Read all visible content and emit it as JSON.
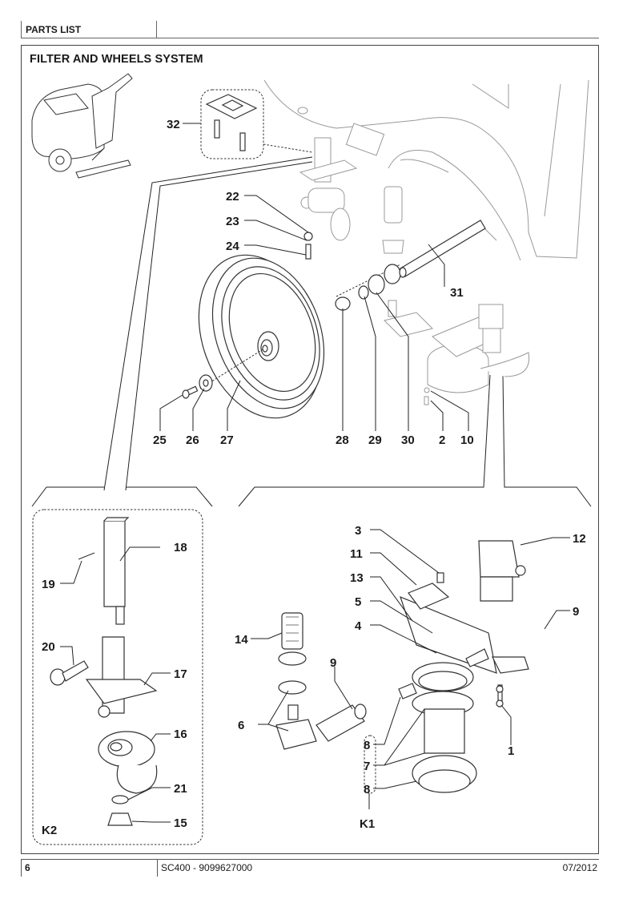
{
  "header": {
    "title": "PARTS LIST"
  },
  "section": {
    "title": "FILTER AND WHEELS SYSTEM"
  },
  "footer": {
    "page": "6",
    "document_code": "SC400 - 9099627000",
    "date": "07/2012"
  },
  "callouts": {
    "c1": "1",
    "c2": "2",
    "c3": "3",
    "c4": "4",
    "c5": "5",
    "c6": "6",
    "c7": "7",
    "c8a": "8",
    "c8b": "8",
    "c8c": "8",
    "c9a": "9",
    "c9b": "9",
    "c10": "10",
    "c11": "11",
    "c12": "12",
    "c13": "13",
    "c14": "14",
    "c15": "15",
    "c16": "16",
    "c17": "17",
    "c18": "18",
    "c19": "19",
    "c20": "20",
    "c21": "21",
    "c22": "22",
    "c23": "23",
    "c24": "24",
    "c25": "25",
    "c26": "26",
    "c27": "27",
    "c28": "28",
    "c29": "29",
    "c30": "30",
    "c31": "31",
    "c32": "32"
  },
  "kits": {
    "k1": "K1",
    "k2": "K2"
  }
}
